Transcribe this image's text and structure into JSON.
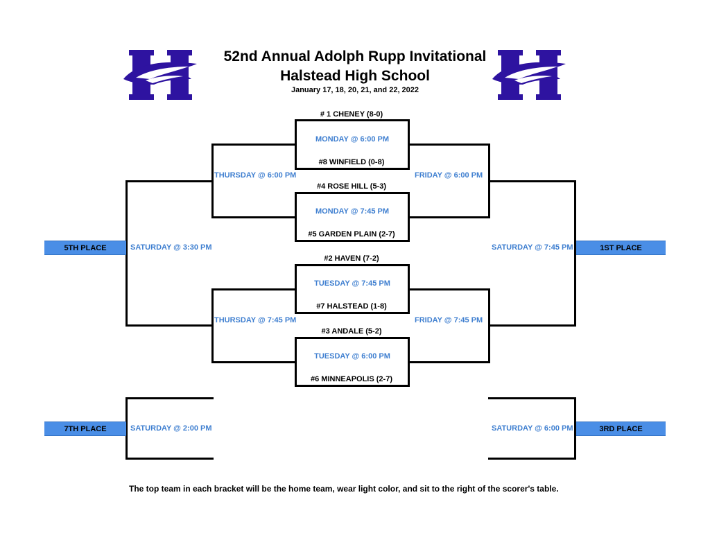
{
  "header": {
    "title": "52nd Annual Adolph Rupp Invitational",
    "subtitle": "Halstead High School",
    "dates": "January 17, 18, 20, 21, and 22,  2022"
  },
  "logo": {
    "letter": "H",
    "icon": "eagle-h-logo",
    "color": "#2e13a0"
  },
  "bracket": {
    "teams": [
      "# 1 CHENEY (8-0)",
      "#8 WINFIELD (0-8)",
      "#4 ROSE HILL (5-3)",
      "#5 GARDEN PLAIN (2-7)",
      "#2 HAVEN (7-2)",
      "#7 HALSTEAD (1-8)",
      "#3 ANDALE (5-2)",
      "#6 MINNEAPOLIS (2-7)"
    ],
    "games": {
      "g1": "MONDAY @ 6:00 PM",
      "g2": "MONDAY @ 7:45 PM",
      "g3": "TUESDAY @ 7:45 PM",
      "g4": "TUESDAY @ 6:00 PM",
      "cons_top": "THURSDAY @ 6:00 PM",
      "cons_bottom": "THURSDAY @ 7:45 PM",
      "semi_top": "FRIDAY @ 6:00 PM",
      "semi_bottom": "FRIDAY @ 7:45 PM",
      "fifth": "SATURDAY @ 3:30 PM",
      "first": "SATURDAY @ 7:45 PM",
      "seventh": "SATURDAY @ 2:00 PM",
      "third": "SATURDAY @ 6:00 PM"
    },
    "places": {
      "fifth": "5TH PLACE",
      "first": "1ST PLACE",
      "seventh": "7TH PLACE",
      "third": "3RD PLACE"
    }
  },
  "footer_note": "The top team in each bracket will be the home team, wear light color, and sit to the right of the scorer's table.",
  "colors": {
    "game_text": "#3f7fd0",
    "place_bar": "#4a8ee6",
    "line": "#000000"
  }
}
